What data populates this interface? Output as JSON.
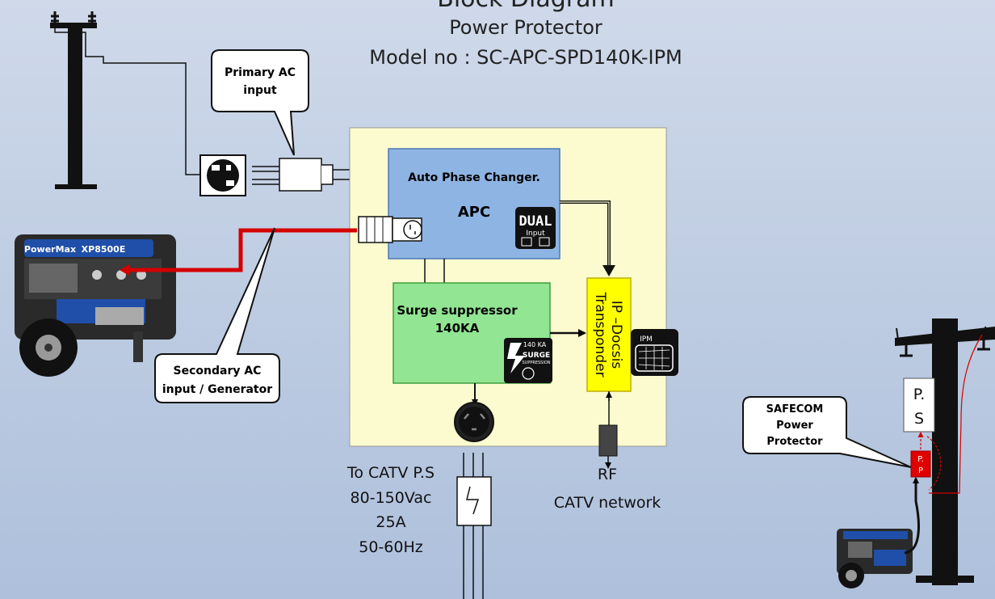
{
  "title": {
    "line1": "Block Diagram",
    "line2": "Power Protector",
    "line3": "Model no : SC-APC-SPD140K-IPM"
  },
  "callouts": {
    "primary_l1": "Primary AC",
    "primary_l2": "input",
    "secondary_l1": "Secondary  AC",
    "secondary_l2": "input / Generator",
    "safecom_l1": "SAFECOM",
    "safecom_l2": "Power",
    "safecom_l3": "Protector"
  },
  "apc": {
    "label": "Auto Phase Changer.",
    "abbr": "APC",
    "badge_l1": "DUAL",
    "badge_l2": "Input"
  },
  "surge": {
    "label_l1": "Surge suppressor",
    "label_l2": "140KA",
    "badge_l1": "140 KA",
    "badge_l2": "SURGE",
    "badge_l3": "SUPPRESSION"
  },
  "transponder": {
    "label_l1": "IP –Docsis",
    "label_l2": "Transponder",
    "ipm_badge": "IPM"
  },
  "generator": {
    "brand": "PowerMax",
    "model": "XP8500E"
  },
  "output": {
    "line1": "To CATV P.S",
    "line2": "80-150Vac",
    "line3": "25A",
    "line4": "50-60Hz"
  },
  "rf": {
    "line1": "RF",
    "line2": "CATV network"
  },
  "pole_right": {
    "ps_l1": "P.",
    "ps_l2": "S",
    "pp_l1": "P.",
    "pp_l2": "P"
  },
  "colors": {
    "main_box": "#fbfbcf",
    "apc_box": "#8eb4e3",
    "surge_box": "#92e592",
    "transponder_box": "#ffff00",
    "red_wire": "#d40000",
    "pp_box": "#e00000"
  }
}
